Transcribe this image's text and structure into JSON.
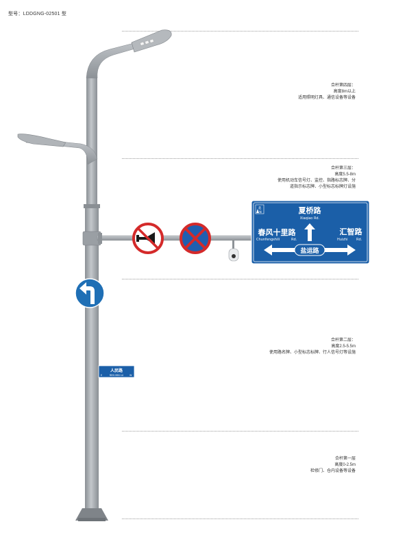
{
  "model_label": "型号：LDDGNG-02501 型",
  "layers": [
    {
      "title": "合杆第四层：",
      "height": "高度8m以上",
      "desc": [
        "适用照明灯具、通信设备等设备"
      ]
    },
    {
      "title": "合杆第三层：",
      "height": "高度5.5-8m",
      "desc": [
        "使用机动车信号灯、监控、指路标志牌、分",
        "道指示标志牌、小型标志标牌灯设施"
      ]
    },
    {
      "title": "合杆第二层：",
      "height": "高度2.5-5.5m",
      "desc": [
        "使用路名牌、小型标志标牌、行人信号灯等设施"
      ]
    },
    {
      "title": "合杆第一层",
      "height": "高度0-2.5m",
      "desc": [
        "检修门、仓内设备等设备"
      ]
    }
  ],
  "guide_sign": {
    "compass_cn": "北",
    "compass_en": "N",
    "north_cn": "夏桥路",
    "north_en": "Xiaqiao  Rd.",
    "west_cn": "春风十里路",
    "west_en_name": "Chunfengshili",
    "west_en_rd": "Rd.",
    "east_cn": "汇智路",
    "east_en_name": "Huizhi",
    "east_en_rd": "Rd.",
    "south_cn": "盐运路",
    "color": "#1b5fa8"
  },
  "street_sign": {
    "left_dir": "E",
    "right_dir": "W",
    "name_cn": "人民路",
    "name_en": "REN MIN LU",
    "color": "#1b5fa8"
  },
  "colors": {
    "pole": "#9ea3a8",
    "pole_dark": "#7e8388",
    "prohibit_red": "#d42a2a",
    "mandatory_blue": "#1f6fb5"
  }
}
